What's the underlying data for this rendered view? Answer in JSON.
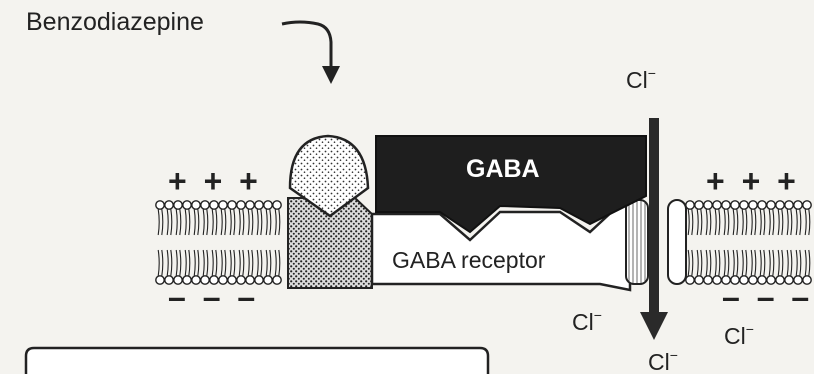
{
  "labels": {
    "drug": "Benzodiazepine",
    "ligand": "GABA",
    "receptor": "GABA receptor",
    "ion_top": "Cl",
    "ion_sup": "−",
    "ion_inner_1": "Cl",
    "ion_inner_2": "Cl",
    "ion_inner_3": "Cl",
    "charge_outside_left": "+ + +",
    "charge_outside_right": "+ + +",
    "charge_inside_left": "– – –",
    "charge_inside_right": "– – –"
  },
  "colors": {
    "background": "#f4f3ef",
    "ink": "#222222",
    "gaba_fill": "#1e1e1e",
    "receptor_fill": "#ffffff"
  }
}
